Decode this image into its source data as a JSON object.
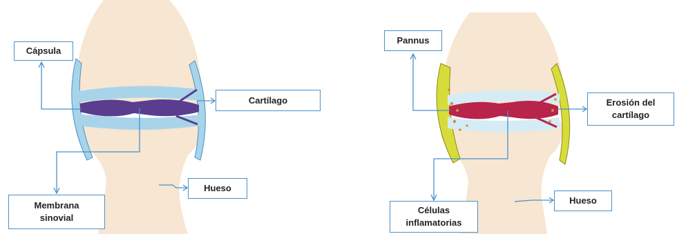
{
  "normal_joint": {
    "labels": {
      "capsule": "Cápsula",
      "cartilage": "Cartílago",
      "synovial_membrane": "Membrana\nsinovial",
      "bone": "Hueso"
    }
  },
  "arthritic_joint": {
    "labels": {
      "pannus": "Pannus",
      "cartilage_erosion": "Erosión del\ncartílago",
      "inflammatory_cells": "Células\ninflamatorias",
      "bone": "Hueso"
    }
  },
  "colors": {
    "bone": "#f7e6d2",
    "capsule": "#a8d4ea",
    "synovium_normal": "#5a3d8f",
    "synovium_inflamed": "#b8244a",
    "pannus": "#d8dc3a",
    "leader_line": "#4a90c8"
  }
}
